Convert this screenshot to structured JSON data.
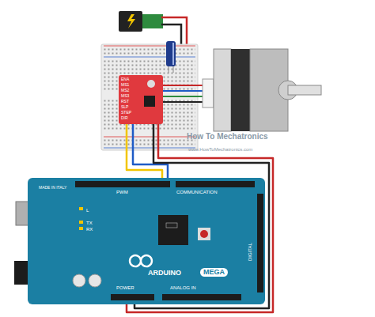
{
  "diagram": {
    "nodes": [
      {
        "text": [
          "MADE IN ITALY",
          "PWM",
          "COMMUNICATION",
          "L",
          "TX",
          "RX",
          "ARDUINO",
          "MEGA",
          "POWER",
          "ANALOG IN",
          "DIGITAL"
        ]
      },
      {
        "text": [
          "ENA",
          "MS1",
          "MS2",
          "MS3",
          "RST",
          "SLP",
          "STEP",
          "DIR"
        ]
      }
    ],
    "edges": [
      {
        "from": 1,
        "to": 0,
        "arrow": "none"
      },
      {
        "from": 1,
        "to": 0,
        "arrow": "none"
      },
      {
        "from": 1,
        "to": 0,
        "arrow": "none"
      },
      {
        "from": 1,
        "to": 0,
        "arrow": "none"
      }
    ],
    "labels": [
      "How To Mechatronics",
      "www.HowToMechatronics.com"
    ]
  }
}
